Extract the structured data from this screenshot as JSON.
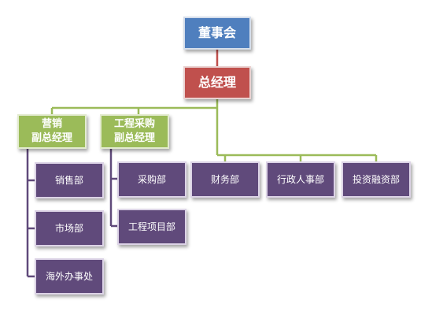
{
  "board": "董事会",
  "general_manager": "总经理",
  "vp_marketing": {
    "line1": "营销",
    "line2": "副总经理"
  },
  "vp_engineering": {
    "line1": "工程采购",
    "line2": "副总经理"
  },
  "marketing_depts": [
    "销售部",
    "市场部",
    "海外办事处"
  ],
  "engineering_depts": [
    "采购部",
    "工程项目部"
  ],
  "direct_depts": [
    "财务部",
    "行政人事部",
    "投资融资部"
  ],
  "colors": {
    "board": "#4f7fbe",
    "general_manager": "#c0504d",
    "vice_managers": "#9bbb59",
    "departments": "#604a7b",
    "connector_red": "#c0504d",
    "connector_green": "#9bbb59",
    "connector_purple": "#604a7b"
  }
}
